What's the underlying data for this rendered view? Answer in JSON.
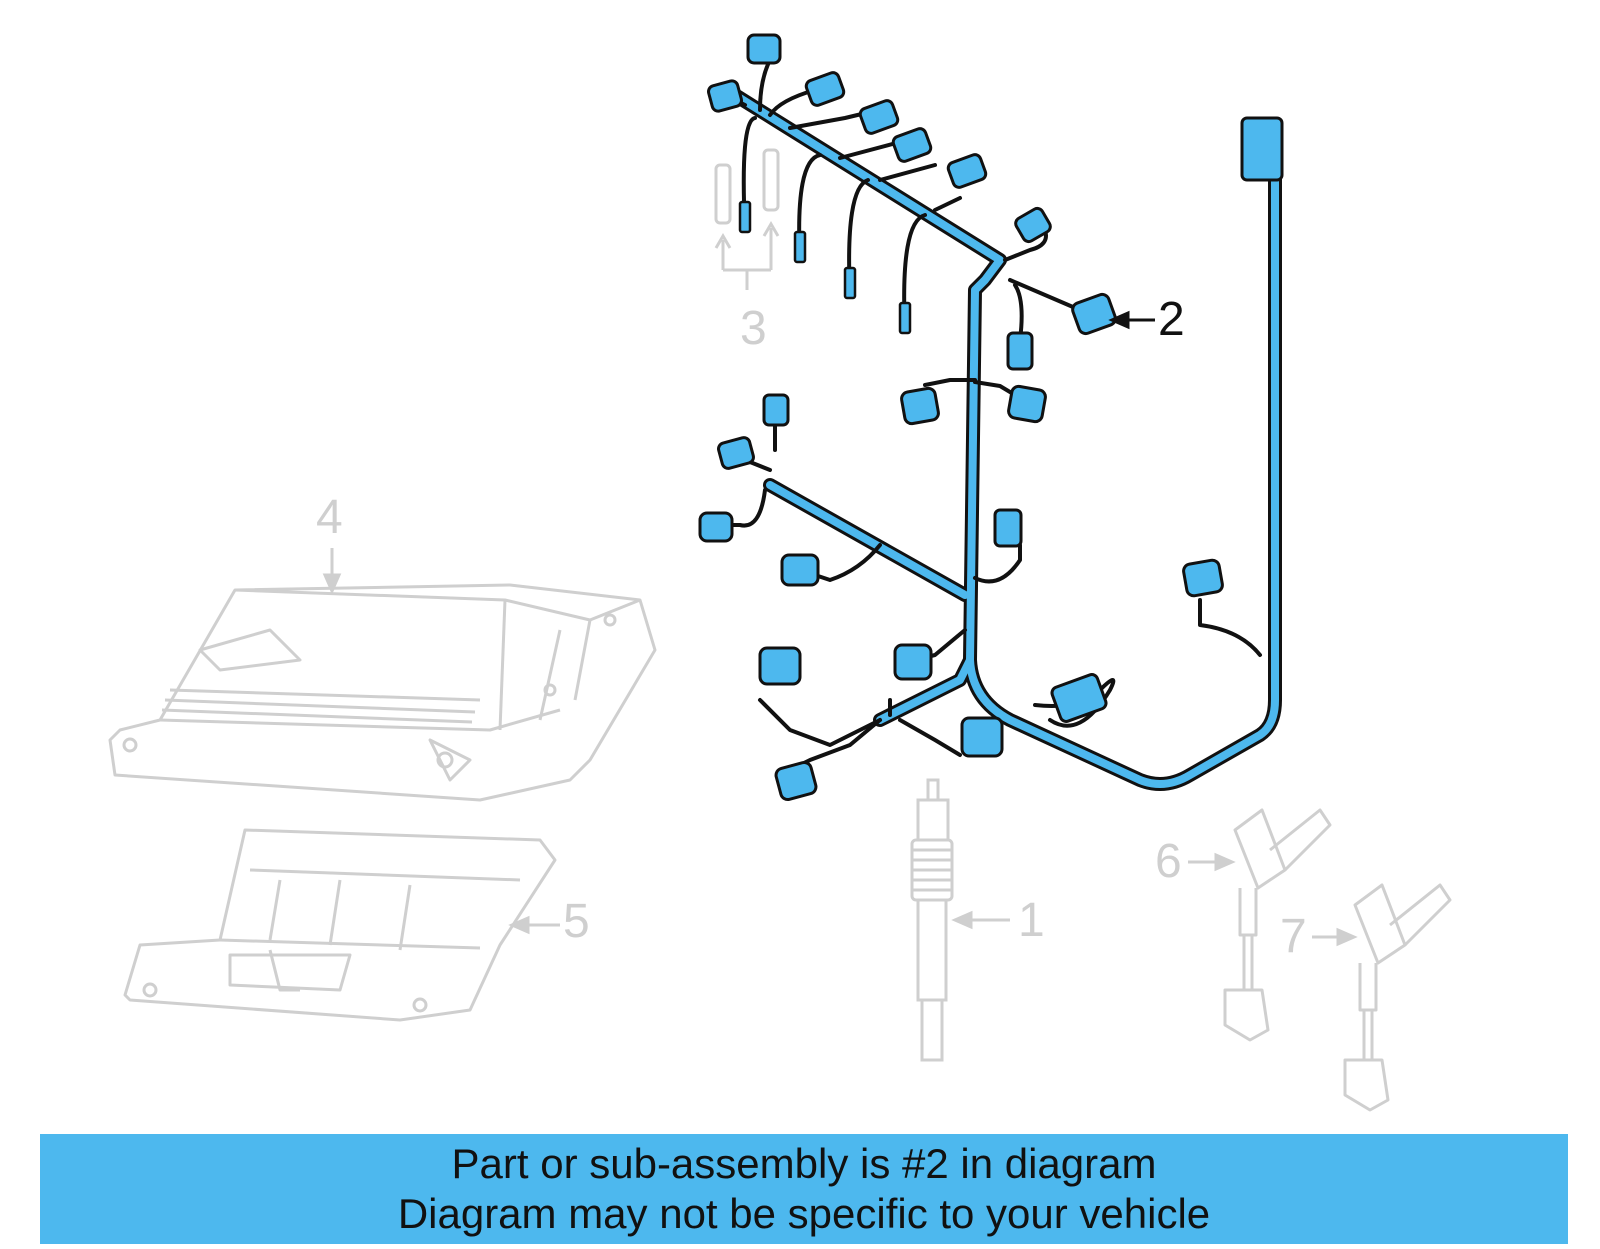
{
  "callouts": {
    "c1": "1",
    "c2": "2",
    "c3": "3",
    "c4": "4",
    "c5": "5",
    "c6": "6",
    "c7": "7"
  },
  "highlighted_part": "2",
  "colors": {
    "highlight_fill": "#4db8ee",
    "outline_active": "#111111",
    "outline_dim": "#cfcfcf",
    "banner_bg": "#4db8ee"
  },
  "banner": {
    "line1": "Part or sub-assembly is #2 in diagram",
    "line2": "Diagram may not be specific to your vehicle"
  }
}
